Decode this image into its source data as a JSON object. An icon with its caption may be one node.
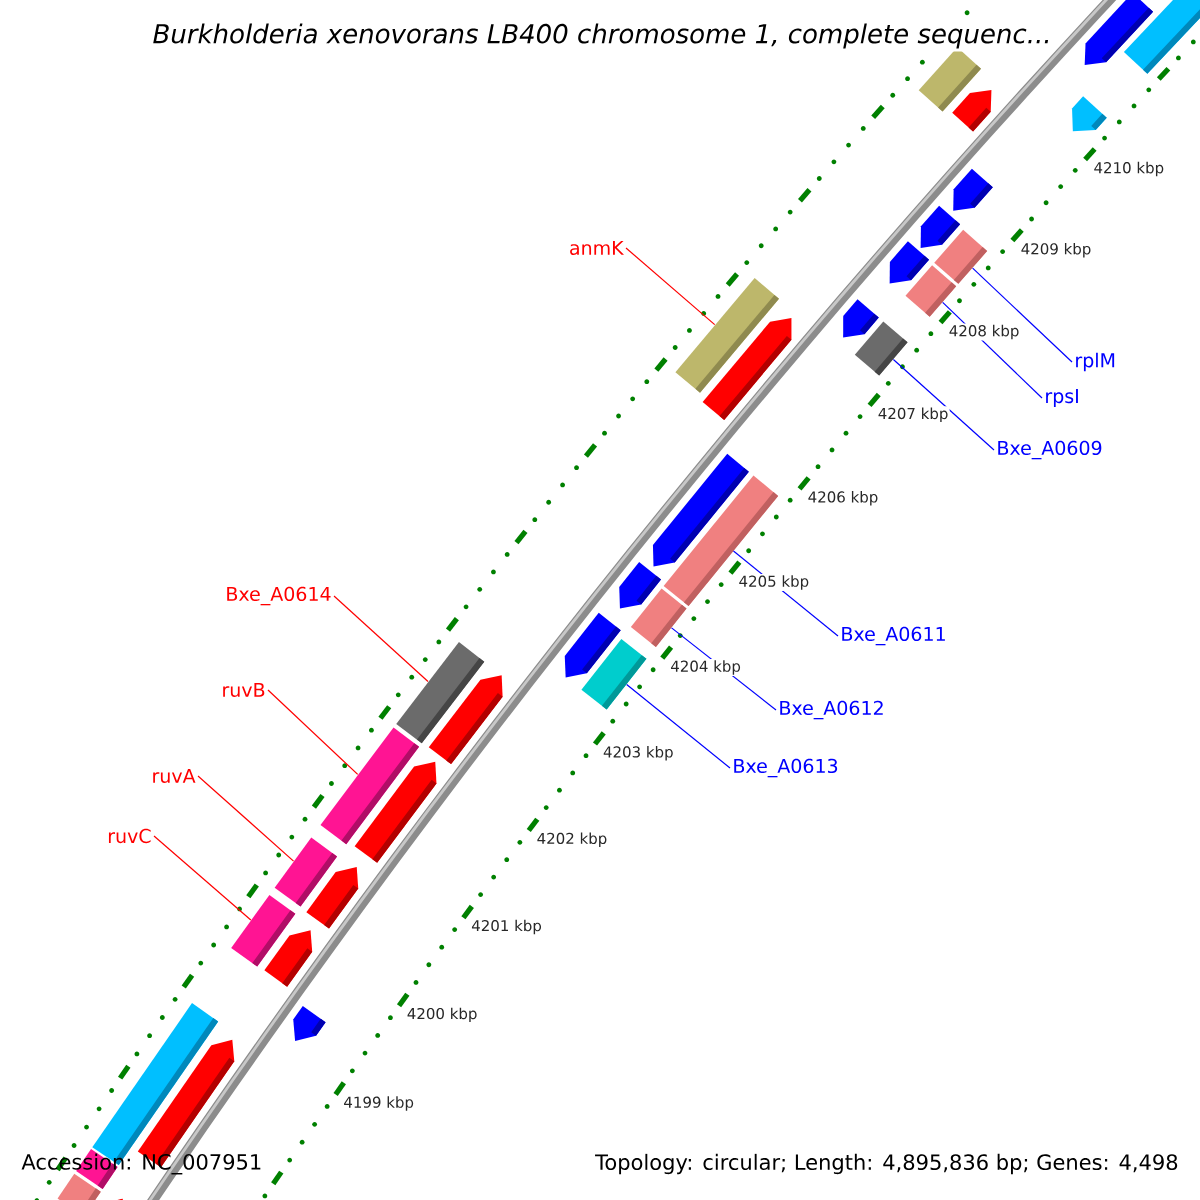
{
  "diagram": {
    "title": "Burkholderia xenovorans LB400 chromosome 1, complete sequenc...",
    "nodes": [
      {
        "text": [
          "anmK"
        ]
      },
      {
        "text": [],
        "shape": "bar"
      },
      {
        "text": [
          "rplM"
        ]
      },
      {
        "text": [],
        "shape": "bar"
      },
      {
        "text": [
          "rpsI"
        ]
      },
      {
        "text": [],
        "shape": "bar"
      },
      {
        "text": [
          "Bxe_A0609"
        ]
      },
      {
        "text": [],
        "shape": "bar"
      },
      {
        "text": [
          "Bxe_A0611"
        ]
      },
      {
        "text": [],
        "shape": "bar"
      },
      {
        "text": [
          "Bxe_A0612"
        ]
      },
      {
        "text": [],
        "shape": "bar"
      },
      {
        "text": [
          "Bxe_A0613"
        ]
      },
      {
        "text": [],
        "shape": "bar"
      },
      {
        "text": [
          "Bxe_A0614"
        ]
      },
      {
        "text": [],
        "shape": "bar"
      },
      {
        "text": [
          "ruvB"
        ]
      },
      {
        "text": [],
        "shape": "bar"
      },
      {
        "text": [
          "ruvA"
        ]
      },
      {
        "text": [],
        "shape": "bar"
      },
      {
        "text": [
          "ruvC"
        ]
      },
      {
        "text": [],
        "shape": "bar"
      },
      {
        "text": [],
        "shape": "bar"
      },
      {
        "text": [],
        "shape": "pentagon"
      },
      {
        "text": [],
        "shape": "pentagon"
      },
      {
        "text": [],
        "shape": "pentagon"
      },
      {
        "text": [],
        "shape": "bar"
      },
      {
        "text": [],
        "shape": "pentagon"
      },
      {
        "text": [],
        "shape": "pentagon"
      },
      {
        "text": [],
        "shape": "pentagon"
      },
      {
        "text": [],
        "shape": "pentagon"
      },
      {
        "text": [],
        "shape": "pentagon"
      },
      {
        "text": [],
        "shape": "pentagon"
      },
      {
        "text": [],
        "shape": "pentagon"
      },
      {
        "text": [],
        "shape": "pentagon"
      },
      {
        "text": [],
        "shape": "pentagon"
      },
      {
        "text": [],
        "shape": "pentagon"
      },
      {
        "text": [],
        "shape": "pentagon"
      },
      {
        "text": [],
        "shape": "pentagon"
      },
      {
        "text": [],
        "shape": "pentagon"
      },
      {
        "text": [],
        "shape": "bar"
      },
      {
        "text": [],
        "shape": "pentagon"
      },
      {
        "text": [],
        "shape": "bar"
      },
      {
        "text": [],
        "shape": "pentagon"
      },
      {
        "text": [],
        "shape": "bar"
      }
    ],
    "edges": [
      {
        "from": 0,
        "to": 1,
        "arrow": "none",
        "color": "#ff0000"
      },
      {
        "from": 2,
        "to": 3,
        "arrow": "none"
      },
      {
        "from": 4,
        "to": 5,
        "arrow": "none"
      },
      {
        "from": 6,
        "to": 7,
        "arrow": "none"
      },
      {
        "from": 8,
        "to": 9,
        "arrow": "none"
      },
      {
        "from": 10,
        "to": 11,
        "arrow": "none"
      },
      {
        "from": 12,
        "to": 13,
        "arrow": "none"
      },
      {
        "from": 14,
        "to": 15,
        "arrow": "none",
        "color": "#ff0000"
      },
      {
        "from": 16,
        "to": 17,
        "arrow": "none",
        "color": "#ff0000"
      },
      {
        "from": 18,
        "to": 19,
        "arrow": "none",
        "color": "#ff0000"
      },
      {
        "from": 20,
        "to": 21,
        "arrow": "none",
        "color": "#ff0000"
      }
    ],
    "labels": [
      "4210 kbp",
      "4209 kbp",
      "4208 kbp",
      "4207 kbp",
      "4206 kbp",
      "4205 kbp",
      "4204 kbp",
      "4203 kbp",
      "4202 kbp",
      "4201 kbp",
      "4200 kbp",
      "4199 kbp",
      "Accession: NC_007951",
      "Topology: circular; Length: 4,895,836 bp; Genes: 4,498"
    ]
  }
}
